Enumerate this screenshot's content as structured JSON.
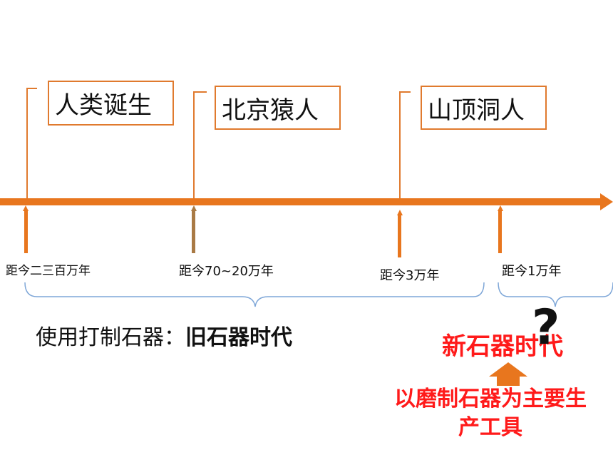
{
  "events": [
    {
      "name": "人类诞生",
      "date": "距今二三百万年"
    },
    {
      "name": "北京猿人",
      "date": "距今70~20万年"
    },
    {
      "name": "山顶洞人",
      "date": "距今3万年"
    },
    {
      "date": "距今1万年"
    }
  ],
  "old_stone_age": {
    "prefix": "使用打制石器：",
    "name": "旧石器时代"
  },
  "new_stone_age": {
    "name": "新石器时代",
    "question_mark": "?",
    "description_line1": "以磨制石器为主要生",
    "description_line2": "产工具"
  },
  "colors": {
    "timeline": "#e8761e",
    "connector": "#e07a2e",
    "brace": "#7fa7d8",
    "highlight_text": "#ff1a1a",
    "up_arrow": "#e8761e"
  }
}
